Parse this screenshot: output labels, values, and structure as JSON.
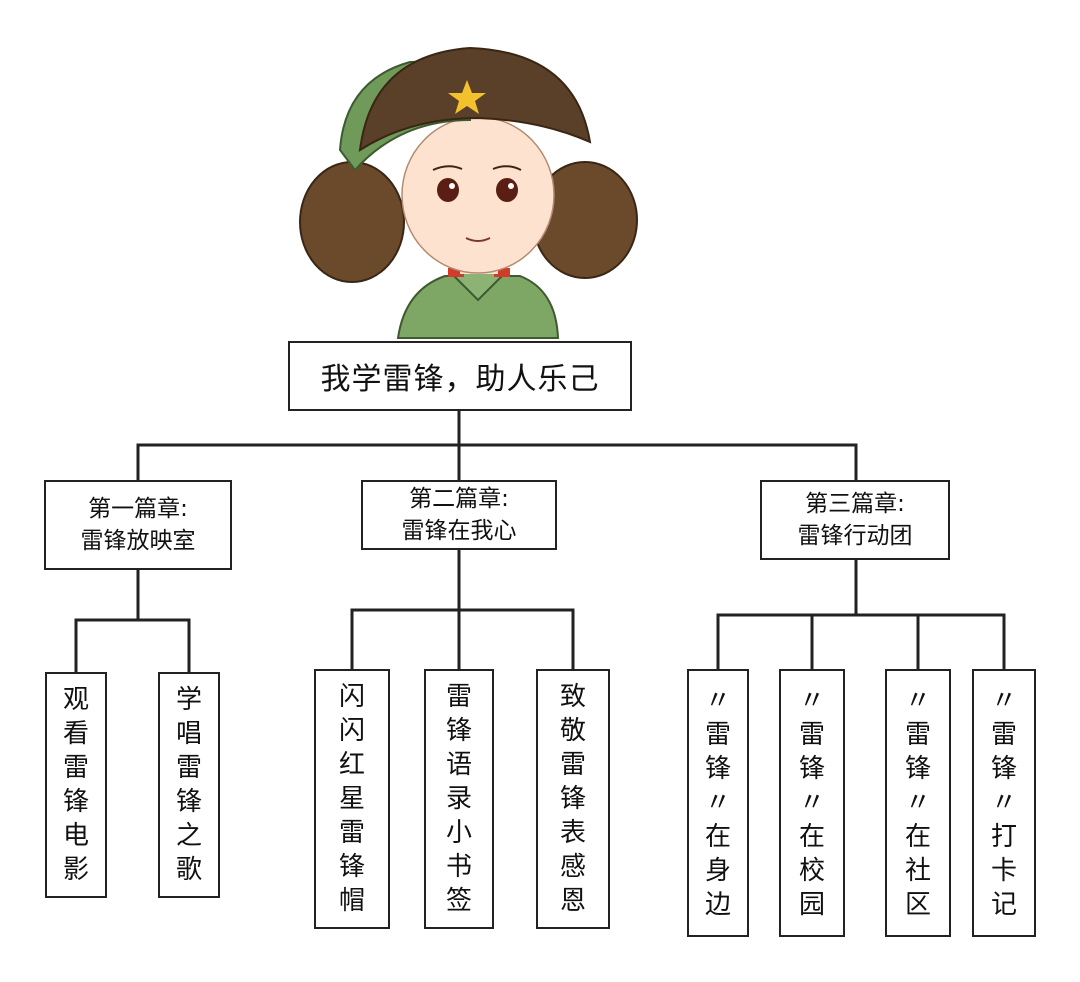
{
  "title": "我学雷锋，助人乐己",
  "chapters": [
    {
      "label": "第一篇章:\n雷锋放映室",
      "items": [
        "观\n看\n雷\n锋\n电\n影",
        "学\n唱\n雷\n锋\n之\n歌"
      ]
    },
    {
      "label": "第二篇章:\n雷锋在我心",
      "items": [
        "闪\n闪\n红\n星\n雷\n锋\n帽",
        "雷\n锋\n语\n录\n小\n书\n签",
        "致\n敬\n雷\n锋\n表\n感\n恩"
      ]
    },
    {
      "label": "第三篇章:\n雷锋行动团",
      "items": [
        "〃\n雷\n锋\n〃\n在\n身\n边",
        "〃\n雷\n锋\n〃\n在\n校\n园",
        "〃\n雷\n锋\n〃\n在\n社\n区",
        "〃\n雷\n锋\n〃\n打\n卡\n记"
      ]
    }
  ],
  "colors": {
    "line": "#222222",
    "hat": "#5a4028",
    "hat_flap": "#6b4a2c",
    "hat_green": "#6f9a5a",
    "star": "#f2c12e",
    "skin": "#fde3cf",
    "uniform": "#7ea665",
    "collar_tab": "#d23a2a"
  }
}
